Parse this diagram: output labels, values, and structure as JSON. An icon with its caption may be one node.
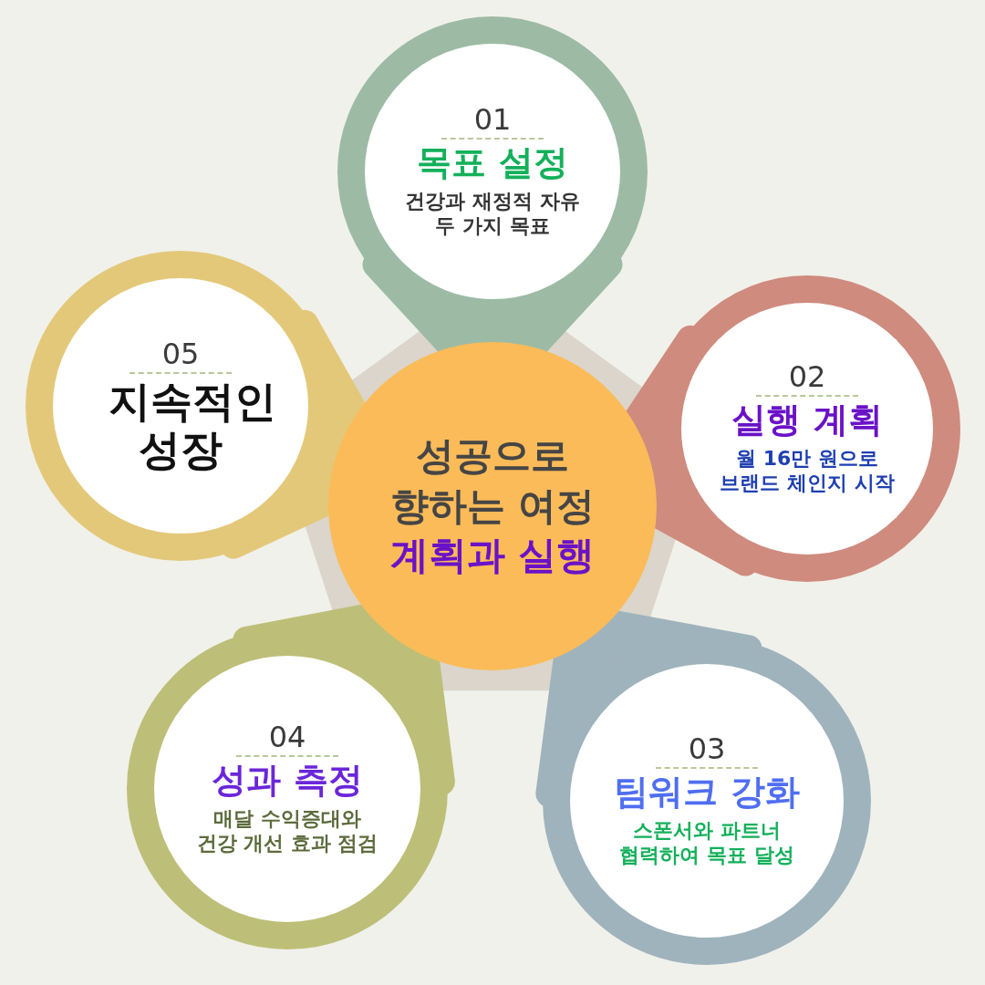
{
  "diagram": {
    "nodes": [
      {
        "text": [
          "성공으로 향하는 여정",
          "계획과 실행"
        ]
      },
      {
        "text": [
          "01",
          "목표 설정",
          "건강과 재정적 자유 두 가지 목표"
        ]
      },
      {
        "text": [
          "02",
          "실행 계획",
          "월 16만 원으로 브랜드 체인지 시작"
        ]
      },
      {
        "text": [
          "03",
          "팀워크 강화",
          "스폰서와 파트너 협력하여 목표 달성"
        ]
      },
      {
        "text": [
          "04",
          "성과 측정",
          "매달 수익증대와 건강 개선 효과 점검"
        ]
      },
      {
        "text": [
          "05",
          "지속적인 성장"
        ]
      }
    ]
  }
}
